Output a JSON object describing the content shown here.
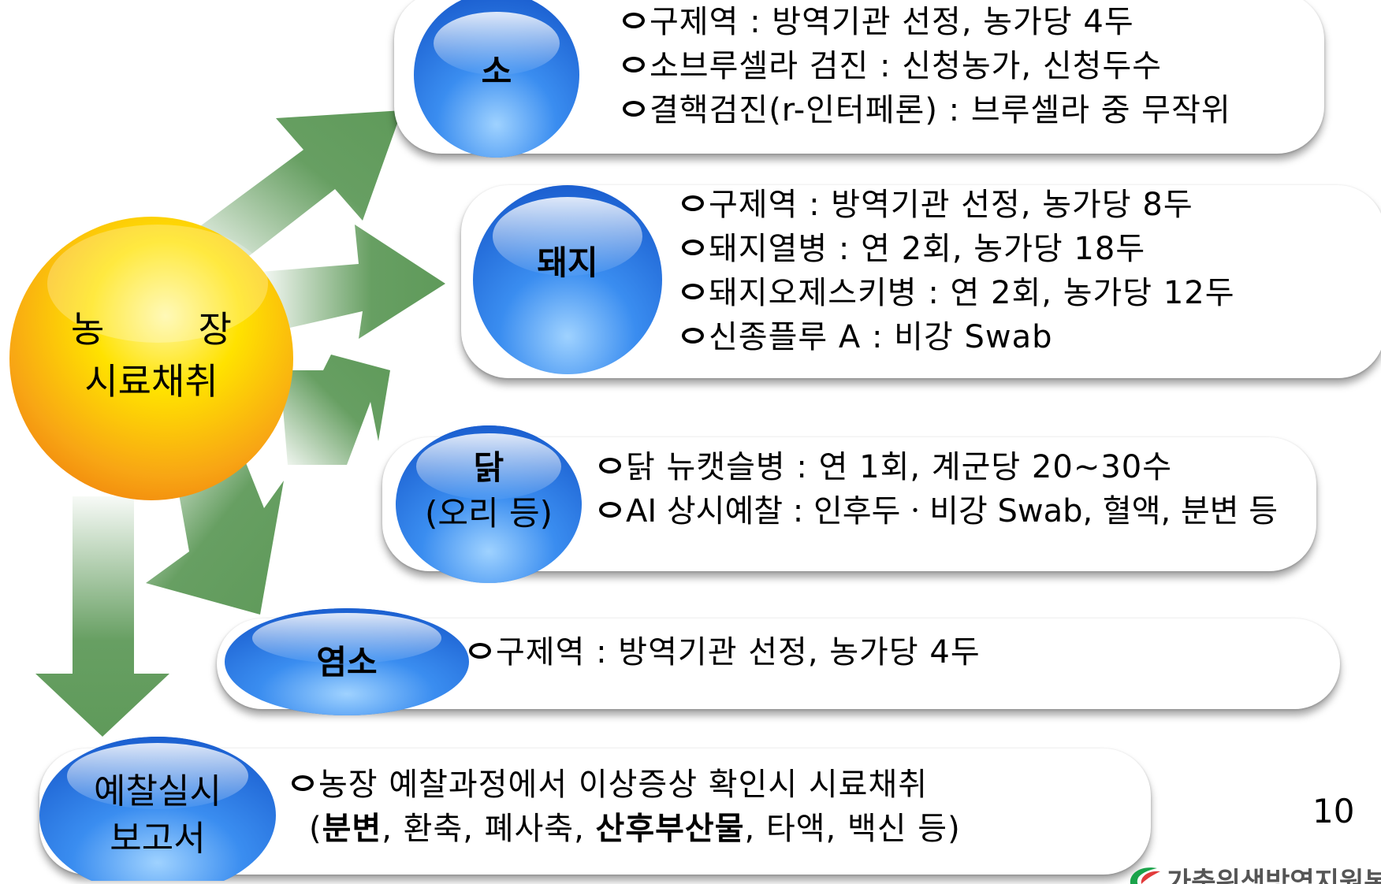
{
  "hub": {
    "line1_a": "농",
    "line1_b": "장",
    "line2": "시료채취"
  },
  "categories": [
    {
      "label": "소",
      "lines": [
        "구제역 : 방역기관 선정, 농가당 4두",
        "소브루셀라 검진 : 신청농가, 신청두수",
        "결핵검진(r-인터페론) : 브루셀라 중 무작위"
      ]
    },
    {
      "label": "돼지",
      "lines": [
        "구제역 : 방역기관 선정, 농가당 8두",
        "돼지열병 : 연 2회, 농가당 18두",
        "돼지오제스키병 : 연 2회, 농가당 12두",
        "신종플루 A : 비강 Swab"
      ]
    },
    {
      "label": "닭",
      "sublabel": "(오리 등)",
      "lines": [
        "닭 뉴캣슬병 : 연 1회, 계군당 20~30수",
        "AI 상시예찰 : 인후두ㆍ비강 Swab, 혈액, 분변 등"
      ]
    },
    {
      "label": "염소",
      "lines": [
        "구제역 : 방역기관 선정, 농가당 4두"
      ]
    }
  ],
  "report": {
    "label1": "예찰실시",
    "label2": "보고서",
    "line1": "농장 예찰과정에서 이상증상 확인시 시료채취",
    "line2": {
      "open": "(",
      "b1": "분변",
      "mid": ", 환축, 폐사축, ",
      "b2": "산후부산물",
      "end": ", 타액, 백신 등)"
    }
  },
  "page_number": "10",
  "logo_text": "가축위생방역지원본부",
  "colors": {
    "arrow_green": "#5f9a5a",
    "bubble_blue": "#2f7fe8",
    "hub_orange": "#f39a10",
    "hub_yellow": "#ffe600"
  }
}
